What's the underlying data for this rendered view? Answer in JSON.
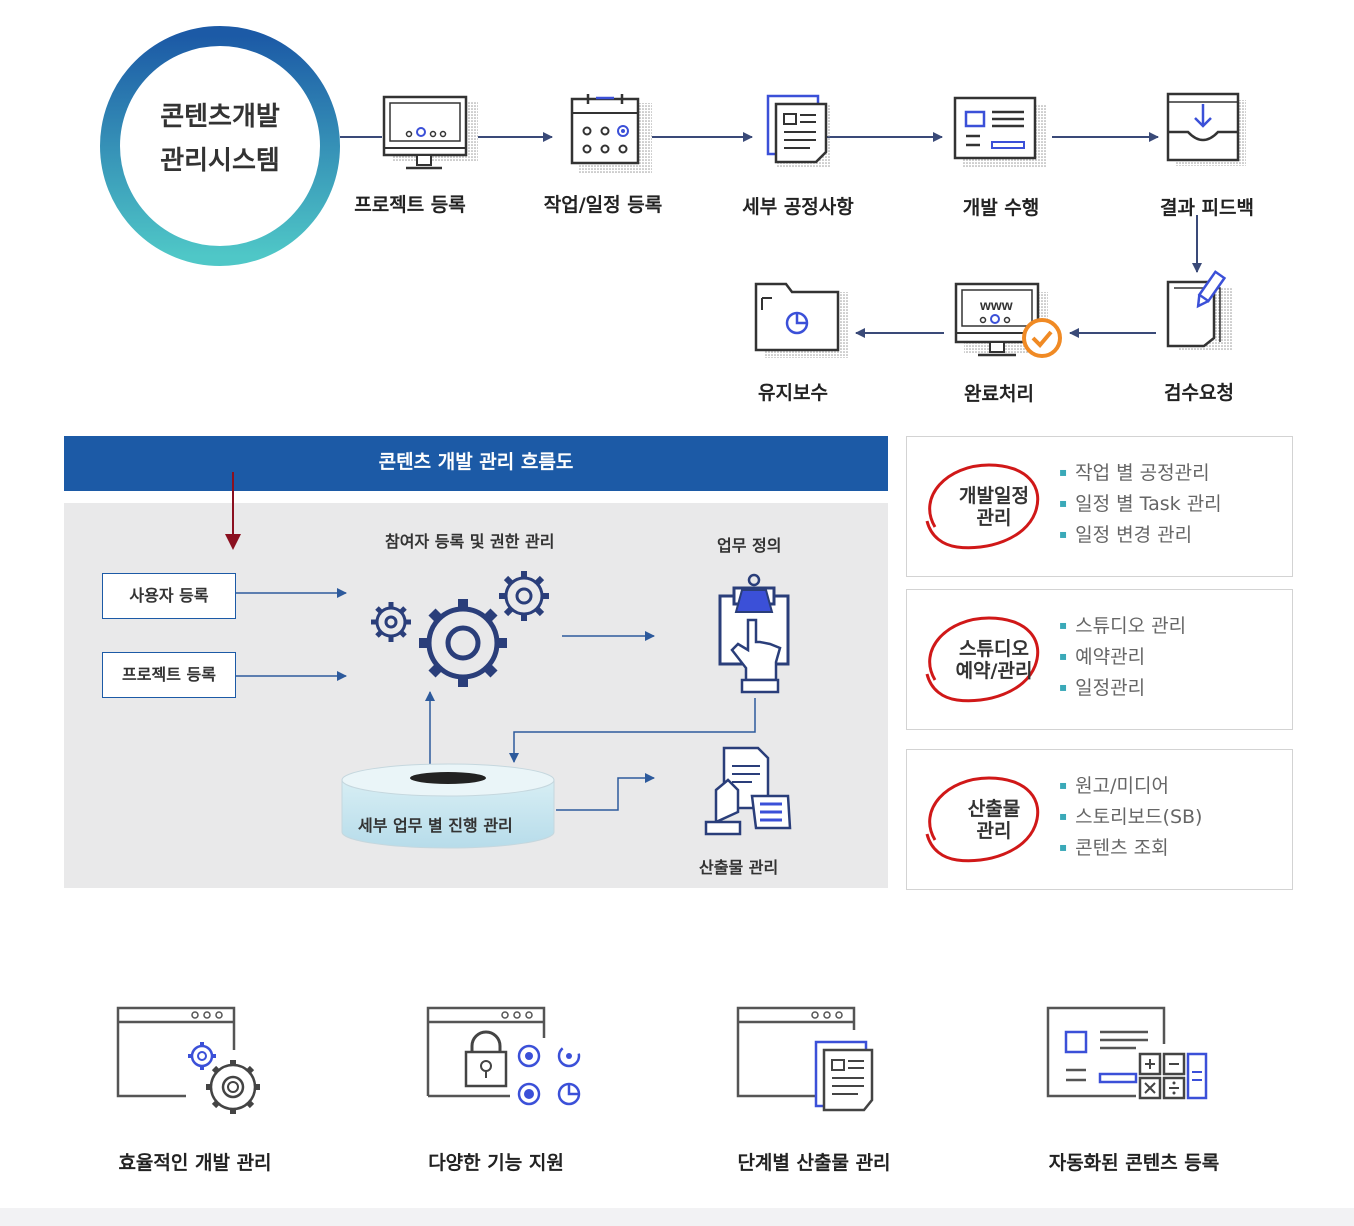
{
  "system": {
    "line1": "콘텐츠개발",
    "line2": "관리시스템"
  },
  "process_steps": [
    {
      "label": "프로젝트 등록",
      "icon": "monitor-icon"
    },
    {
      "label": "작업/일정 등록",
      "icon": "calendar-icon"
    },
    {
      "label": "세부 공정사항",
      "icon": "document-icon"
    },
    {
      "label": "개발 수행",
      "icon": "layout-icon"
    },
    {
      "label": "결과 피드백",
      "icon": "inbox-download-icon"
    },
    {
      "label": "검수요청",
      "icon": "pen-document-icon"
    },
    {
      "label": "완료처리",
      "icon": "www-monitor-check-icon"
    },
    {
      "label": "유지보수",
      "icon": "folder-chart-icon"
    }
  ],
  "www_text": "www",
  "flow": {
    "banner": "콘텐츠 개발 관리 흐름도",
    "participants": "참여자 등록 및 권한 관리",
    "task_def": "업무 정의",
    "user_reg": "사용자 등록",
    "project_reg": "프로젝트 등록",
    "progress": "세부 업무 별 진행 관리",
    "output": "산출물 관리"
  },
  "cards": [
    {
      "title_line1": "개발일정",
      "title_line2": "관리",
      "items": [
        "작업 별 공정관리",
        "일정 별 Task 관리",
        "일정 변경 관리"
      ]
    },
    {
      "title_line1": "스튜디오",
      "title_line2": "예약/관리",
      "items": [
        "스튜디오 관리",
        "예약관리",
        "일정관리"
      ]
    },
    {
      "title_line1": "산출물",
      "title_line2": "관리",
      "items": [
        "원고/미디어",
        "스토리보드(SB)",
        "콘텐츠 조회"
      ]
    }
  ],
  "features": [
    {
      "label": "효율적인 개발 관리",
      "icon": "browser-gears-icon"
    },
    {
      "label": "다양한 기능 지원",
      "icon": "browser-lock-icon"
    },
    {
      "label": "단계별 산출물 관리",
      "icon": "browser-document-icon"
    },
    {
      "label": "자동화된 콘텐츠 등록",
      "icon": "layout-calculator-icon"
    }
  ],
  "colors": {
    "primary": "#1c5aa6",
    "teal": "#3ec1c6",
    "icon_blue": "#3b50d8",
    "arrow_dark": "#3a4a78",
    "red_accent": "#d01818",
    "flow_bg": "#e9e9ea",
    "orange_check": "#f08a24"
  }
}
